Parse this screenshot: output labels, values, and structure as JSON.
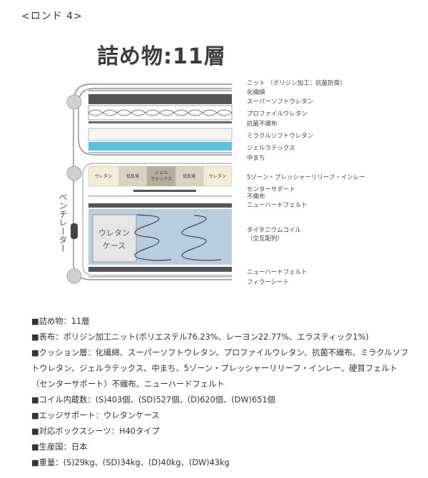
{
  "header": "<ロンド 4>",
  "title": "詰め物:11層",
  "layers": [
    "ニット （ポリジン加工：抗菌防臭）",
    "化繊綿",
    "スーパーソフトウレタン",
    "プロファイルウレタン",
    "抗菌不織布",
    "ミラクルソフトウレタン",
    "ジェルラテックス",
    "中まち",
    "5ゾーン・プレッシャーリリーフ・インレー",
    "センターサポート",
    "不織布",
    "ニューハードフェルト",
    "タイタニウムコイル",
    "（交互配列）",
    "ニューハードフェルト",
    "フィラーシート"
  ],
  "zones": [
    "ウレタン",
    "低反発",
    "ジェル",
    "ラテックス",
    "低反発",
    "ウレタン"
  ],
  "case_label": [
    "ウレタン",
    "ケース"
  ],
  "ventilator": "ベンチレーター",
  "specs": [
    "■詰め物：11層",
    "■表布：ポリジン加工ニット(ポリエステル76.23%、レーヨン22.77%、エラスティック1%)",
    "■クッション層：化繊綿、スーパーソフトウレタン、プロファイルウレタン、抗菌不織布、ミラクルソフトウレタン、ジェルラテックス、中まち、5ゾーン・プレッシャーリリーフ・インレー、硬質フェルト（センターサポート）不織布、ニューハードフェルト",
    "■コイル内蔵数：(S)403個、(SD)527個、(D)620個、(DW)651個",
    "■エッジサポート：ウレタンケース",
    "■対応ボックスシーツ：H40タイプ",
    "■生産国：日本",
    "■重量：(S)29kg、(SD)34kg、(D)40kg、(DW)43kg"
  ],
  "colors": {
    "dark_band": "#555555",
    "gel": "#5bc0de",
    "coil_bg": "#b8cde0",
    "zone_light": "#f3ecd6",
    "zone_mid": "#d9d3bf",
    "zone_dark": "#b5b09c"
  }
}
